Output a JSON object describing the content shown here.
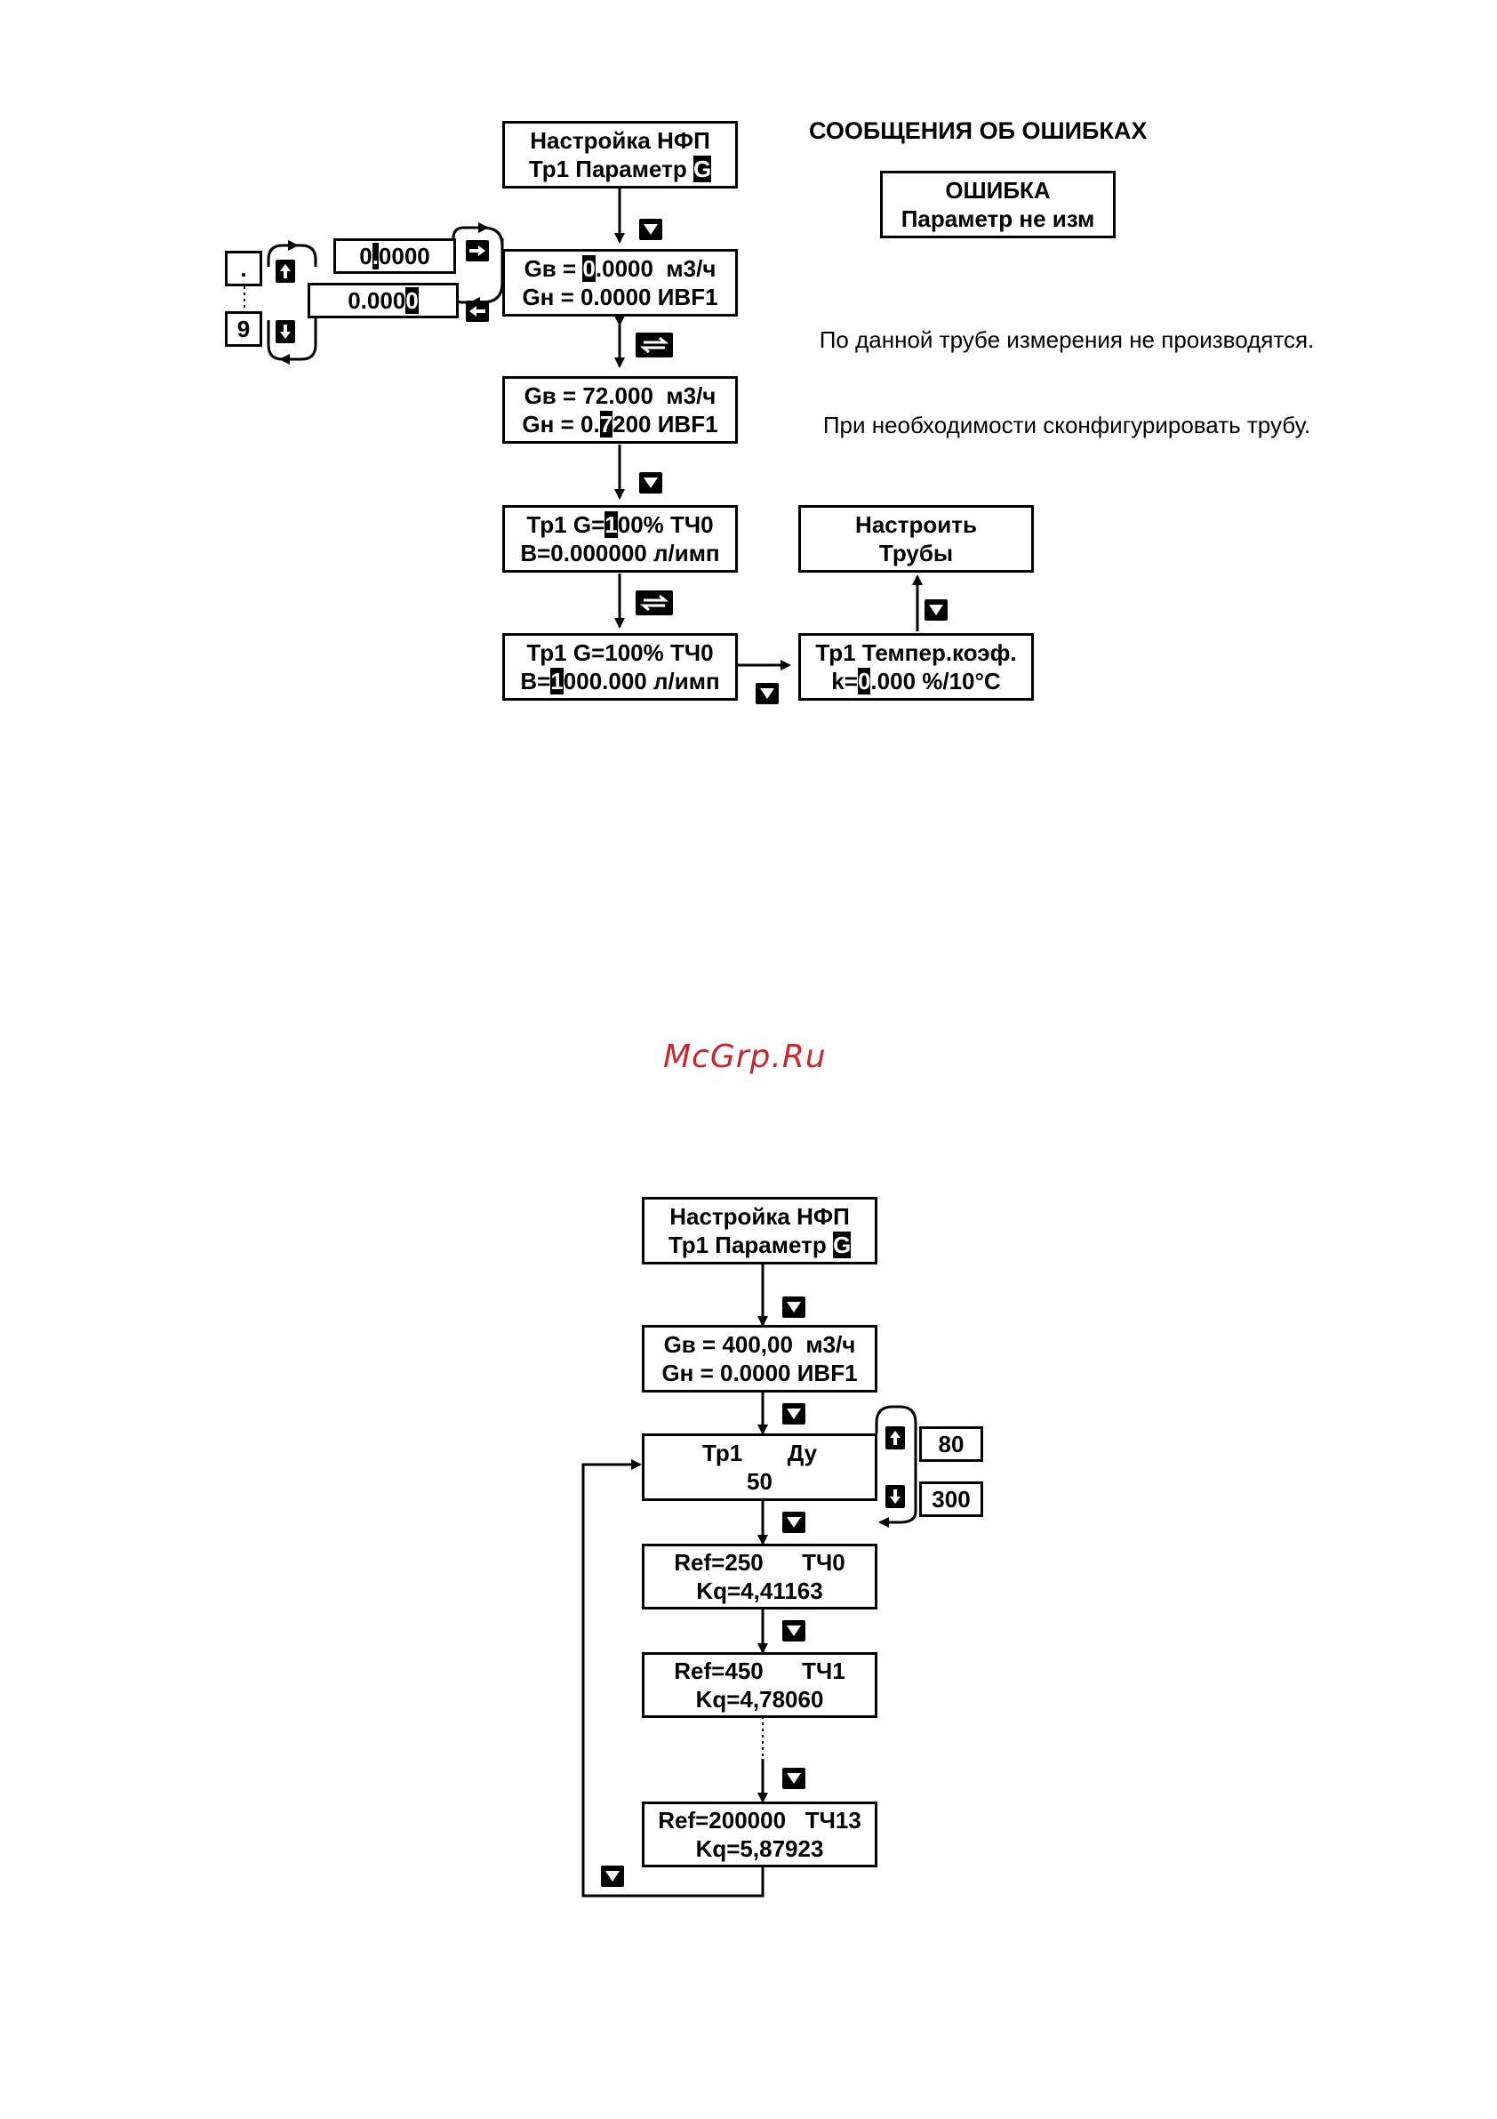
{
  "error_section": {
    "heading": "СООБЩЕНИЯ ОБ ОШИБКАХ",
    "error_box": {
      "line1": "ОШИБКА",
      "line2": "Параметр не изм"
    },
    "note_line1": "По данной трубе измерения не производятся.",
    "note_line2": "При необходимости сконфигурировать трубу."
  },
  "diagram1": {
    "nfp_box": {
      "line1": "Настройка НФП",
      "line2_prefix": "Тр1 Параметр ",
      "line2_cursor": "G"
    },
    "flow_edit_box": {
      "line1_prefix": "Gв = ",
      "line1_cursor": "0",
      "line1_suffix": ".0000  м3/ч",
      "line2": "Gн = 0.0000 ИВF1"
    },
    "side_top_value": {
      "prefix": "0",
      "cursor": ".",
      "suffix": "0000"
    },
    "side_bottom_value": {
      "prefix": "0.000",
      "cursor": "0",
      "suffix": ""
    },
    "digit_top": ".",
    "digit_bottom": "9",
    "flow_value_box": {
      "line1": "Gв = 72.000  м3/ч",
      "line2_prefix": "Gн = 0.",
      "line2_cursor": "7",
      "line2_suffix": "200 ИВF1"
    },
    "tch_box_1": {
      "line1_prefix": "Тр1 G=",
      "line1_cursor": "1",
      "line1_suffix": "00% ТЧ0",
      "line2": "B=0.000000 л/имп"
    },
    "tch_box_2": {
      "line1": "Тр1 G=100% ТЧ0",
      "line2_prefix": "B=",
      "line2_cursor": "1",
      "line2_suffix": "000.000 л/имп"
    },
    "temp_box": {
      "line1": "Тр1 Темпер.коэф.",
      "line2_prefix": "k=",
      "line2_cursor": "0",
      "line2_suffix": ".000 %/10°C"
    },
    "setup_box": {
      "line1": "Настроить",
      "line2": "Трубы"
    }
  },
  "watermark": "McGrp.Ru",
  "diagram2": {
    "nfp_box": {
      "line1": "Настройка НФП",
      "line2_prefix": "Тр1 Параметр ",
      "line2_cursor": "G"
    },
    "flow_box": {
      "line1": "Gв = 400,00  м3/ч",
      "line2": "Gн = 0.0000 ИВF1"
    },
    "du_box": {
      "line1": "Тр1       Ду",
      "line2": "50"
    },
    "du_value_up": "80",
    "du_value_down": "300",
    "ref_boxes": [
      {
        "line1": "Ref=250      ТЧ0",
        "line2": "Kq=4,41163"
      },
      {
        "line1": "Ref=450      ТЧ1",
        "line2": "Kq=4,78060"
      },
      {
        "line1": "Ref=200000   ТЧ13",
        "line2": "Kq=5,87923"
      }
    ]
  },
  "icons": {
    "down_key": "down-key-icon",
    "up_key": "up-key-icon",
    "right_key": "right-key-icon",
    "left_key": "left-key-icon",
    "enter_key": "enter-key-icon",
    "g_key": "g-key-icon"
  }
}
